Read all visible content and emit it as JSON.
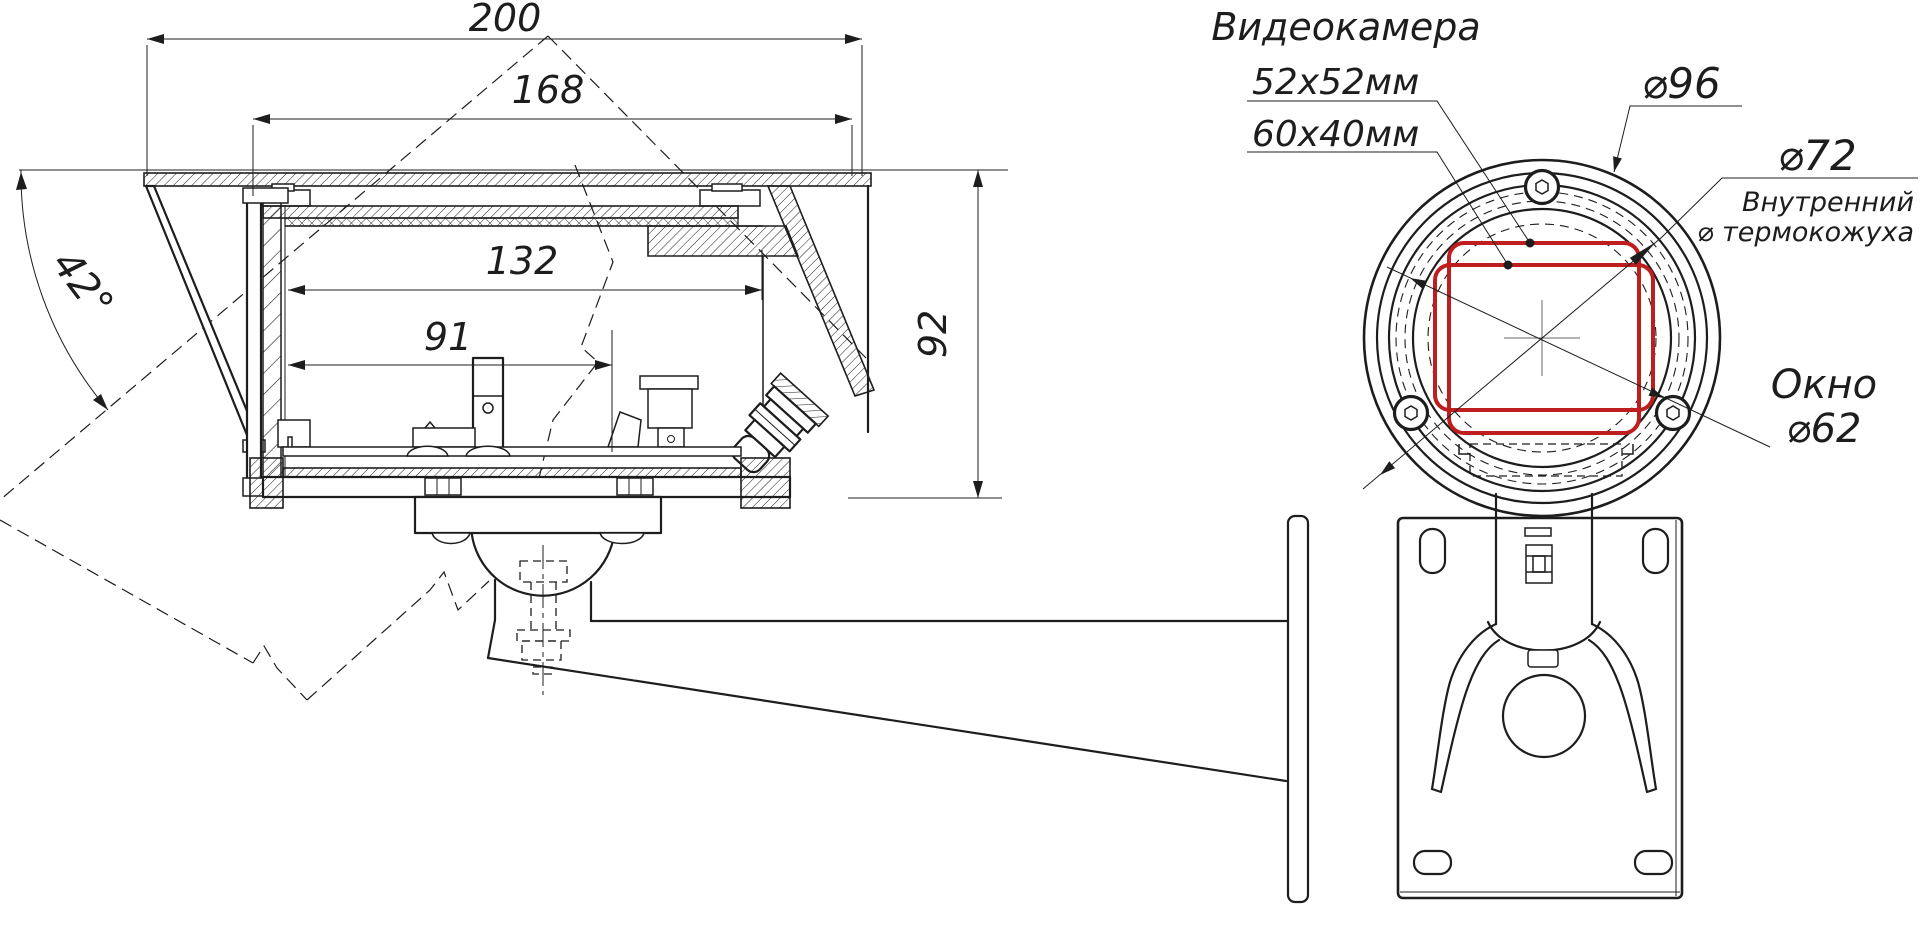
{
  "side_view": {
    "dim_overall_length": "200",
    "dim_body_length": "168",
    "dim_inner_length": "132",
    "dim_front_length": "91",
    "dim_height": "92",
    "dim_visor_angle": "42°"
  },
  "front_view": {
    "camera_title": "Видеокамера",
    "camera_size_a": "52x52мм",
    "camera_size_b": "60x40мм",
    "dia_outer": "⌀96",
    "dia_inner": "⌀72",
    "inner_note_1": "Внутренний",
    "inner_note_2": "⌀ термокожуха",
    "window_label": "Окно",
    "window_dia": "⌀62"
  },
  "colors": {
    "line": "#1d1d1d",
    "camera_red": "#bf1e1e",
    "background": "#ffffff"
  }
}
